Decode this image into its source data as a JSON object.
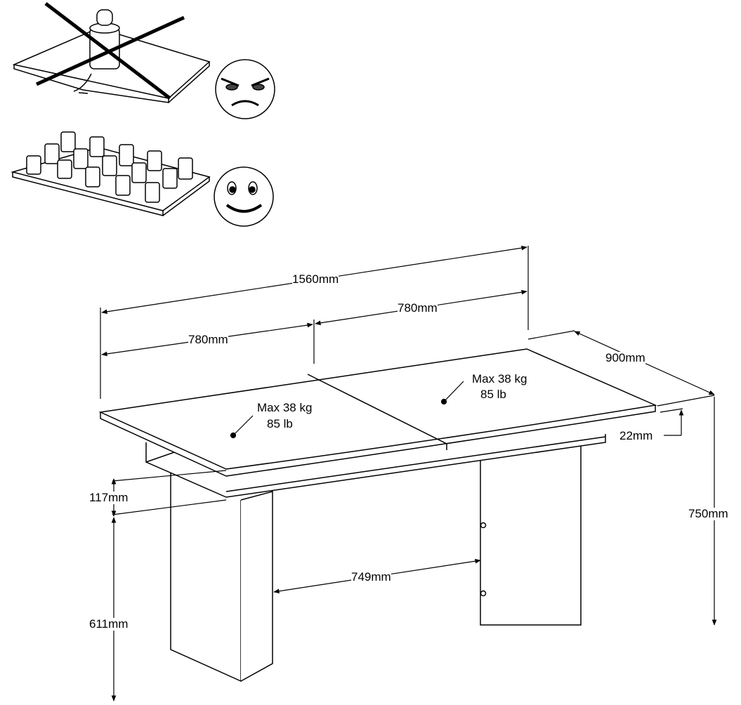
{
  "dimensions": {
    "total_length": "1560mm",
    "left_half": "780mm",
    "right_half": "780mm",
    "depth": "900mm",
    "top_thickness": "22mm",
    "height": "750mm",
    "apron_height": "117mm",
    "leg_clearance": "611mm",
    "leg_spacing": "749mm"
  },
  "load_labels": [
    {
      "kg": "Max 38 kg",
      "lb": "85 lb"
    },
    {
      "kg": "Max 38 kg",
      "lb": "85 lb"
    }
  ]
}
